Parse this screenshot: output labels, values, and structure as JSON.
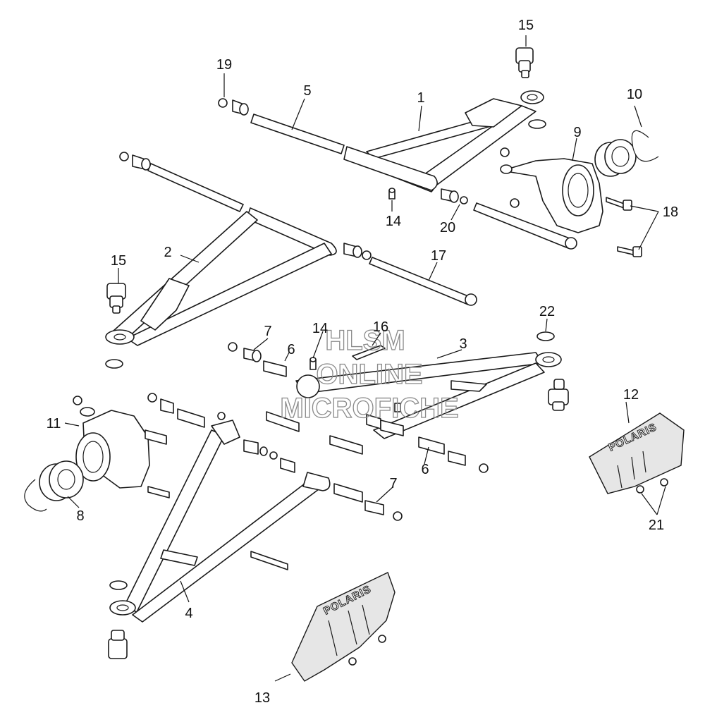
{
  "diagram": {
    "callouts": [
      "1",
      "2",
      "3",
      "4",
      "5",
      "6",
      "6",
      "7",
      "7",
      "8",
      "9",
      "10",
      "11",
      "12",
      "13",
      "14",
      "14",
      "15",
      "15",
      "16",
      "17",
      "18",
      "19",
      "20",
      "21",
      "22"
    ]
  },
  "watermark": {
    "line1": "HLSM",
    "line2": "ONLINE",
    "line3": "MICROFICHE"
  },
  "logos": {
    "skid_plate_12": "POLARIS",
    "skid_plate_13": "POLARIS"
  }
}
